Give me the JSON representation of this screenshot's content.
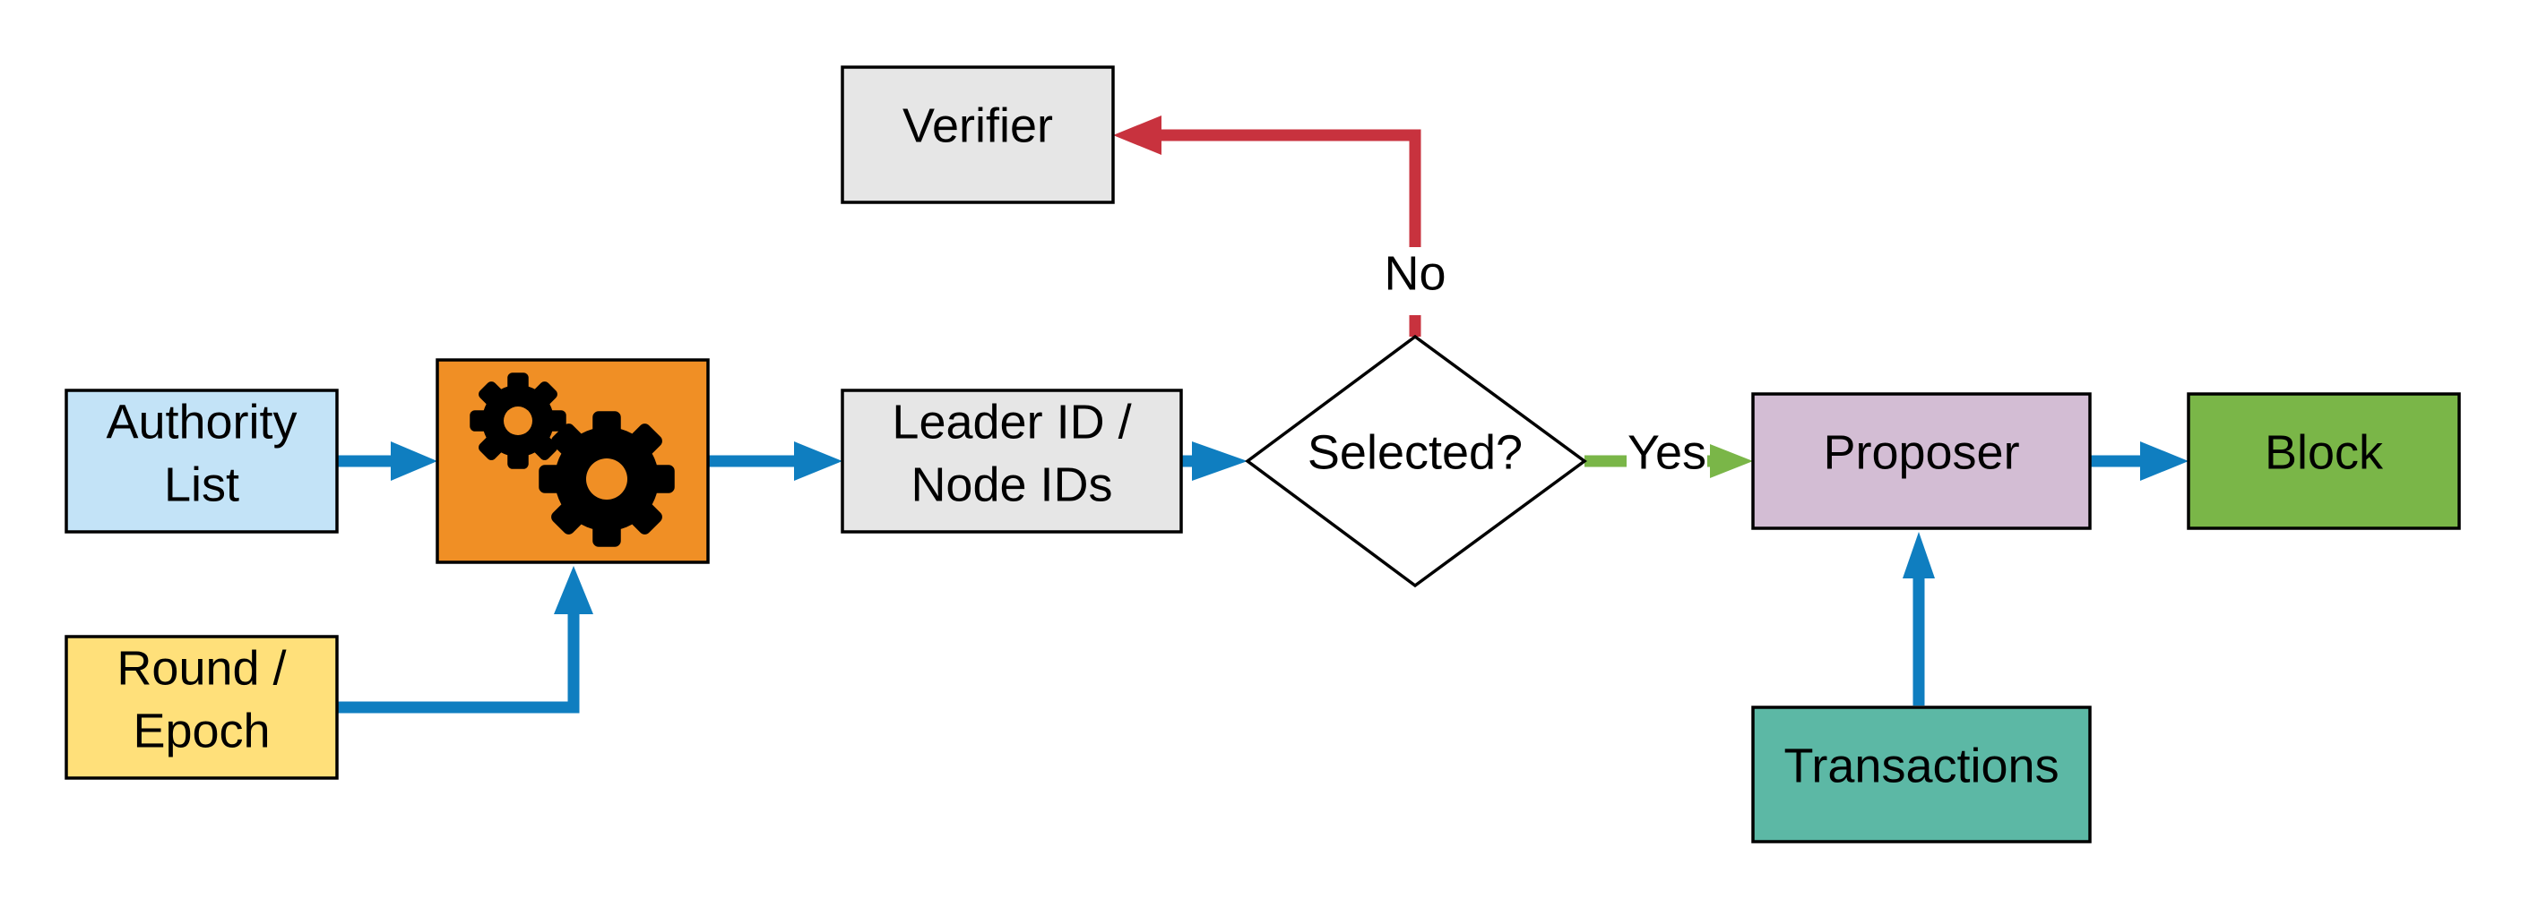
{
  "nodes": {
    "authority_list": {
      "lines": [
        "Authority",
        "List"
      ],
      "color": "#c3e3f7"
    },
    "round_epoch": {
      "lines": [
        "Round /",
        "Epoch"
      ],
      "color": "#ffe07a"
    },
    "process": {
      "icon": "gears-icon",
      "color": "#f08f25"
    },
    "leader_ids": {
      "lines": [
        "Leader ID /",
        "Node IDs"
      ],
      "color": "#e6e6e6"
    },
    "selected": {
      "label": "Selected?",
      "color": "#ffffff"
    },
    "verifier": {
      "label": "Verifier",
      "color": "#e6e6e6"
    },
    "proposer": {
      "label": "Proposer",
      "color": "#d3bdd4"
    },
    "transactions": {
      "label": "Transactions",
      "color": "#5cb8a5"
    },
    "block": {
      "label": "Block",
      "color": "#7ab648"
    }
  },
  "edges": {
    "yes_label": "Yes",
    "no_label": "No",
    "flow_color": "#0f7ec0",
    "yes_color": "#7ab648",
    "no_color": "#c8323e"
  }
}
